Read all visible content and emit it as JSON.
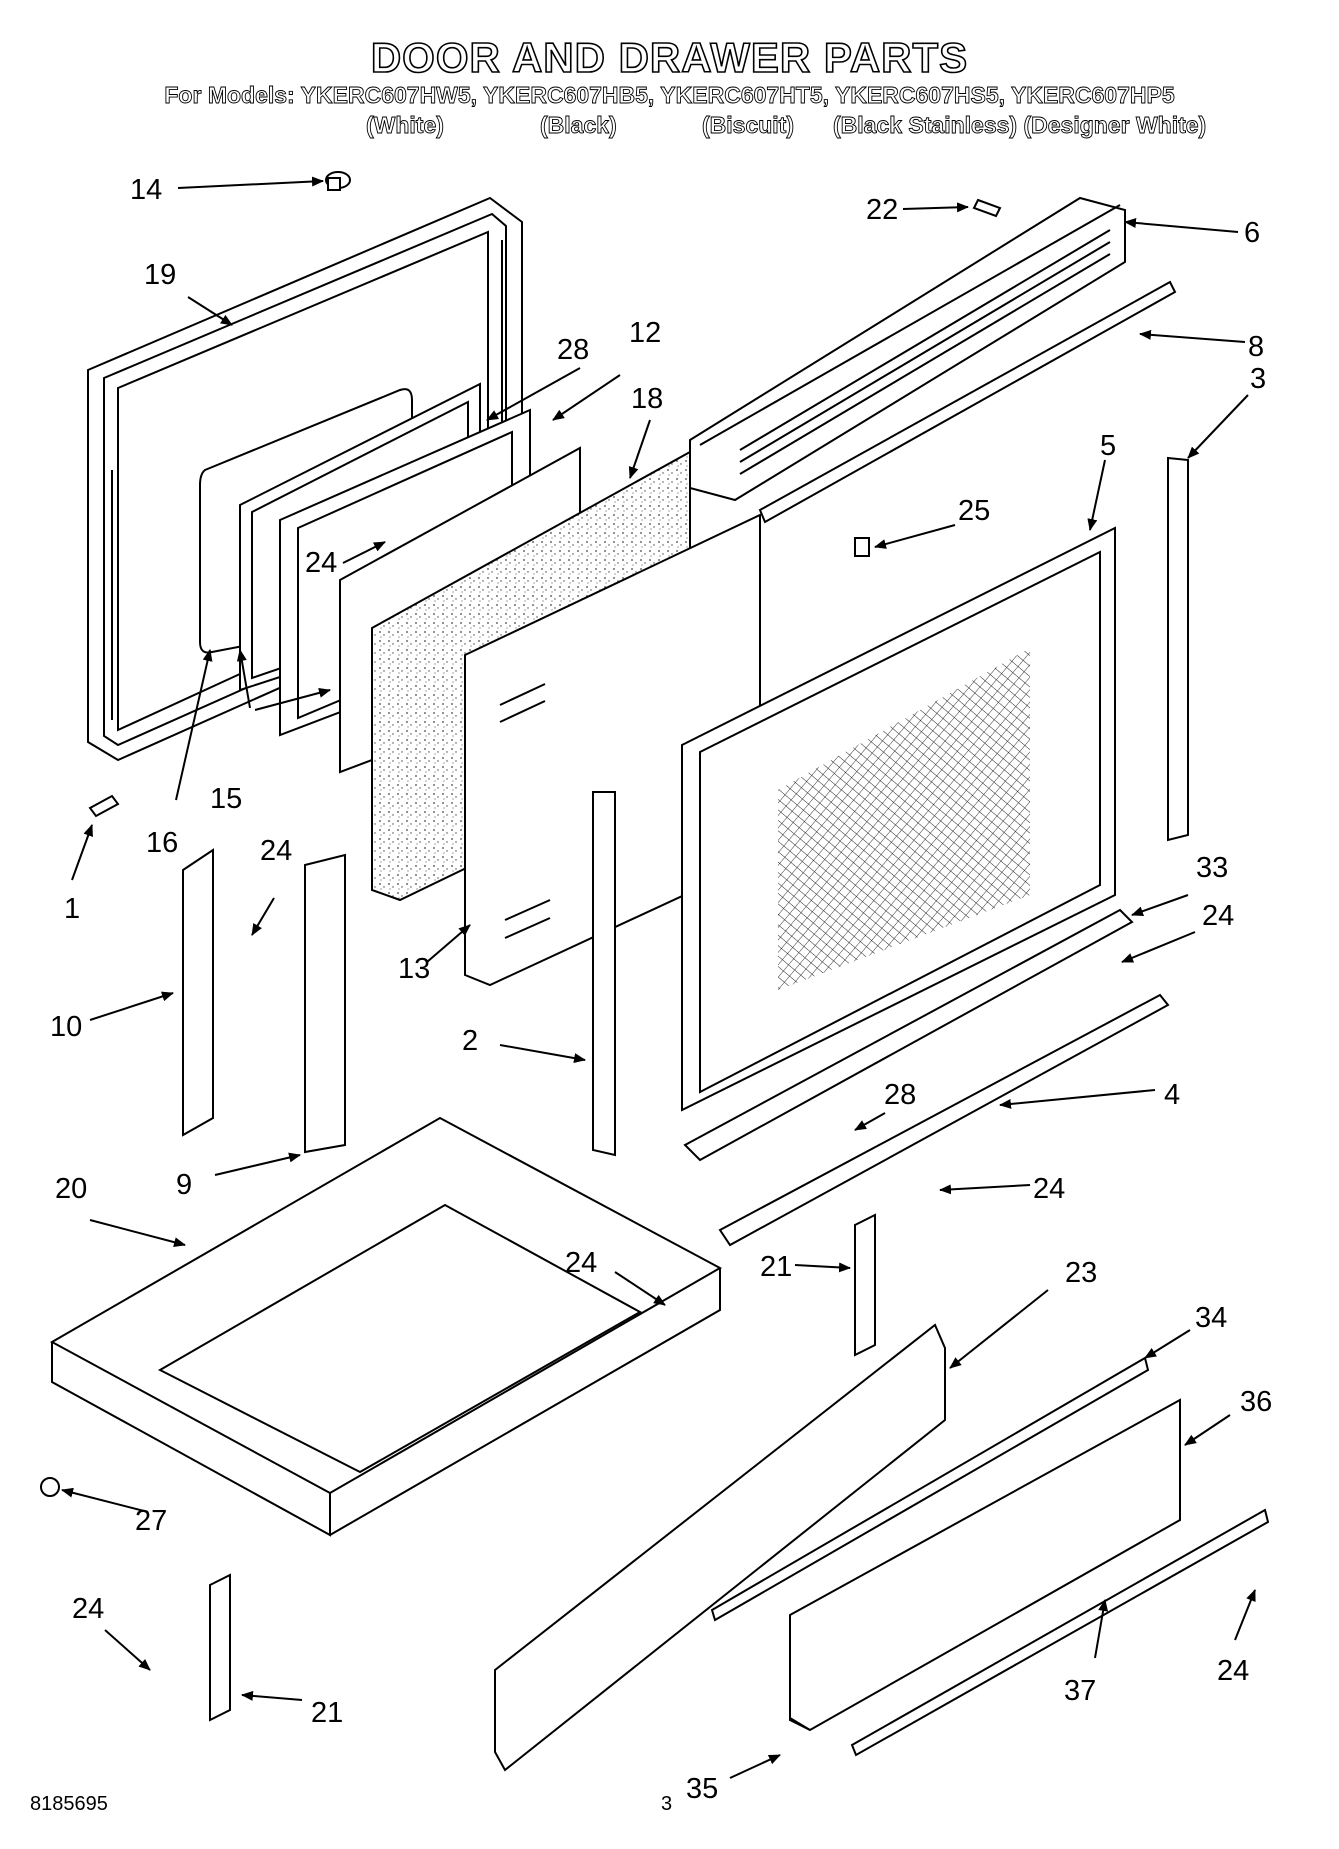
{
  "header": {
    "title": "DOOR AND DRAWER PARTS",
    "models_line": "For Models: YKERC607HW5, YKERC607HB5, YKERC607HT5, YKERC607HS5, YKERC607HP5",
    "colors": [
      "(White)",
      "(Black)",
      "(Biscuit)",
      "(Black Stainless) (Designer White)"
    ]
  },
  "callouts": {
    "c14": "14",
    "c19": "19",
    "c28a": "28",
    "c12": "12",
    "c18": "18",
    "c22": "22",
    "c6": "6",
    "c8": "8",
    "c3": "3",
    "c5": "5",
    "c25": "25",
    "c24a": "24",
    "c15": "15",
    "c16": "16",
    "c1": "1",
    "c24b": "24",
    "c10": "10",
    "c9": "9",
    "c13": "13",
    "c2": "2",
    "c33": "33",
    "c24c": "24",
    "c4": "4",
    "c28b": "28",
    "c24d": "24",
    "c20": "20",
    "c24e": "24",
    "c21a": "21",
    "c23": "23",
    "c34": "34",
    "c36": "36",
    "c27": "27",
    "c24f": "24",
    "c21b": "21",
    "c35": "35",
    "c37": "37",
    "c24g": "24"
  },
  "footer": {
    "part_number": "8185695",
    "page_number": "3"
  }
}
